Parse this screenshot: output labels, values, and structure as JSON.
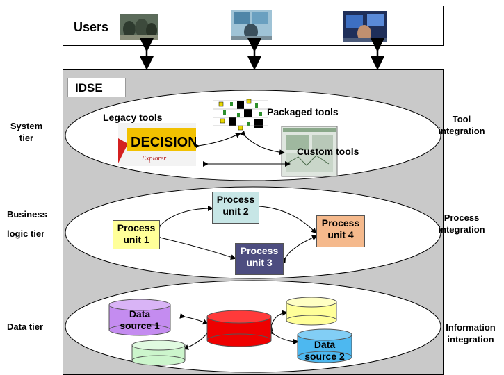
{
  "users": {
    "title": "Users"
  },
  "idse": {
    "title": "IDSE"
  },
  "tiers_left": {
    "system": [
      "System",
      "tier"
    ],
    "business": [
      "Business",
      "logic tier"
    ],
    "data": "Data tier"
  },
  "integration_right": {
    "tool": [
      "Tool",
      "integration"
    ],
    "process": [
      "Process",
      "integration"
    ],
    "information": [
      "Information",
      "integration"
    ]
  },
  "system_tier": {
    "legacy_tools": "Legacy tools",
    "packaged_tools": "Packaged tools",
    "custom_tools": "Custom tools",
    "decision_logo": {
      "main": "DECISION",
      "sub": "Explorer"
    }
  },
  "process_units": [
    {
      "id": "pu1",
      "lines": [
        "Process",
        "unit 1"
      ],
      "fill": "#ffff99"
    },
    {
      "id": "pu2",
      "lines": [
        "Process",
        "unit 2"
      ],
      "fill": "#c7e6e6"
    },
    {
      "id": "pu3",
      "lines": [
        "Process",
        "unit 3"
      ],
      "fill": "#4d4d80",
      "text_color": "#ffffff"
    },
    {
      "id": "pu4",
      "lines": [
        "Process",
        "unit 4"
      ],
      "fill": "#f5b98c"
    }
  ],
  "data_sources": [
    {
      "id": "ds1",
      "lines": [
        "Data",
        "source 1"
      ],
      "fill": "#c48cf0"
    },
    {
      "id": "ds2",
      "lines": [
        "Data",
        "source 2"
      ],
      "fill": "#4db8f0"
    },
    {
      "id": "dsCenter",
      "lines": [],
      "fill": "#ee0000"
    },
    {
      "id": "dsYellow",
      "lines": [],
      "fill": "#ffff99"
    },
    {
      "id": "dsGreen",
      "lines": [],
      "fill": "#ccf5cc"
    }
  ]
}
